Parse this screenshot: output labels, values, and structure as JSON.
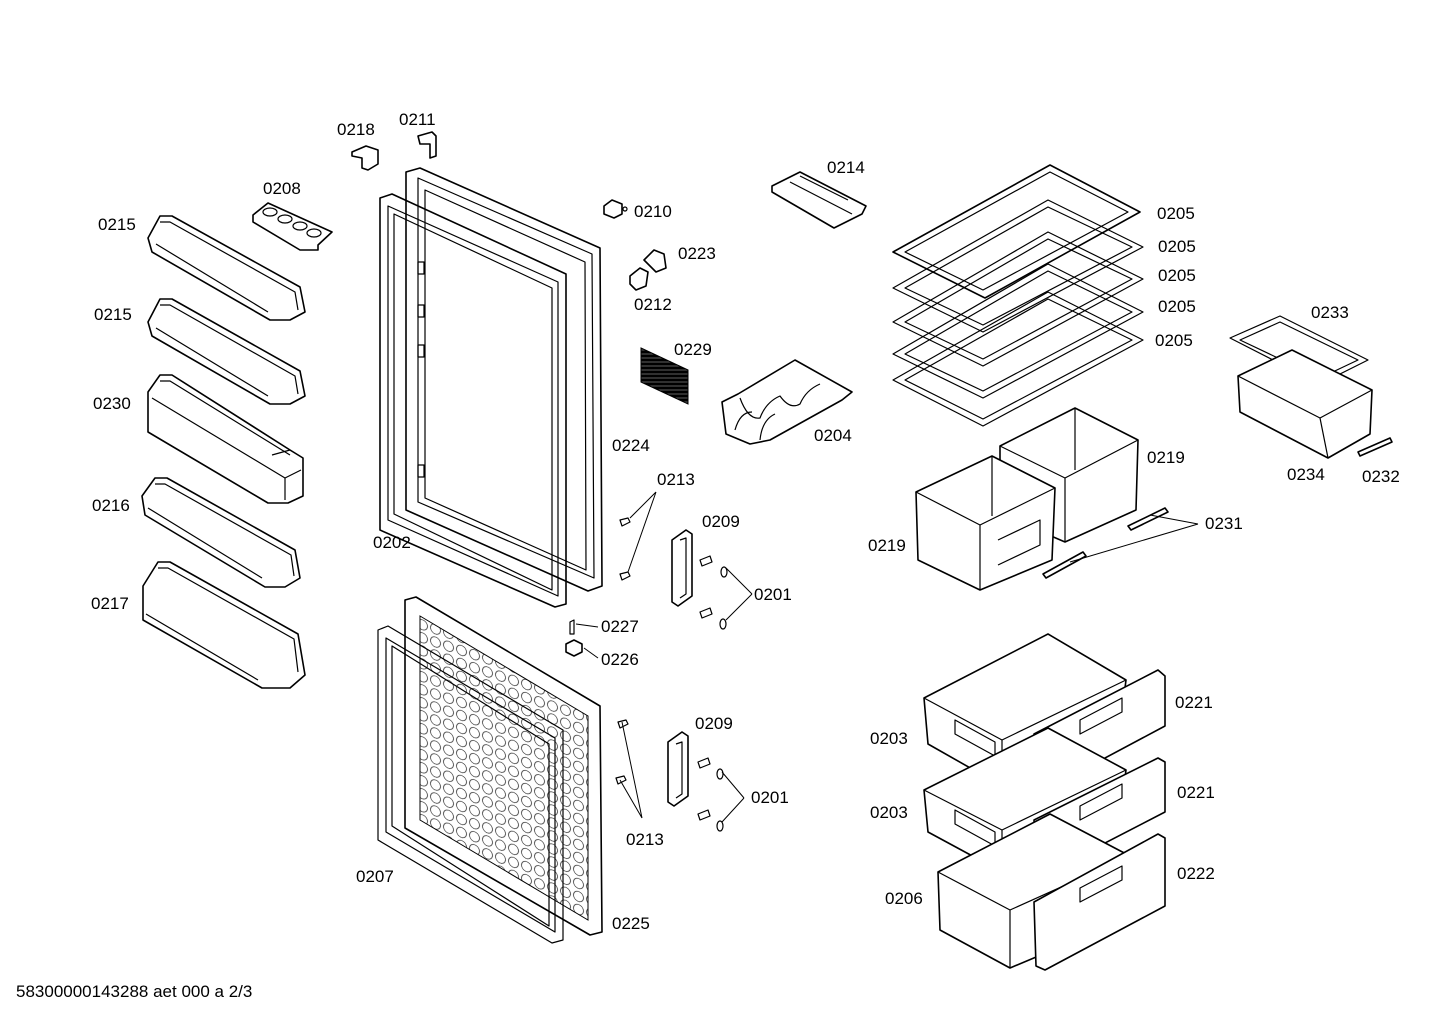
{
  "labels": {
    "l0218": "0218",
    "l0211": "0211",
    "l0208": "0208",
    "l0215a": "0215",
    "l0215b": "0215",
    "l0230": "0230",
    "l0216": "0216",
    "l0217": "0217",
    "l0202": "0202",
    "l0207": "0207",
    "l0210": "0210",
    "l0223": "0223",
    "l0212": "0212",
    "l0229": "0229",
    "l0224": "0224",
    "l0213a": "0213",
    "l0209a": "0209",
    "l0201a": "0201",
    "l0227": "0227",
    "l0226": "0226",
    "l0209b": "0209",
    "l0201b": "0201",
    "l0213b": "0213",
    "l0225": "0225",
    "l0214": "0214",
    "l0204": "0204",
    "l0205a": "0205",
    "l0205b": "0205",
    "l0205c": "0205",
    "l0205d": "0205",
    "l0205e": "0205",
    "l0233": "0233",
    "l0234": "0234",
    "l0232": "0232",
    "l0219a": "0219",
    "l0219b": "0219",
    "l0231": "0231",
    "l0221a": "0221",
    "l0203a": "0203",
    "l0221b": "0221",
    "l0203b": "0203",
    "l0222": "0222",
    "l0206": "0206"
  },
  "footer": "58300000143288 aet 000 a 2/3"
}
